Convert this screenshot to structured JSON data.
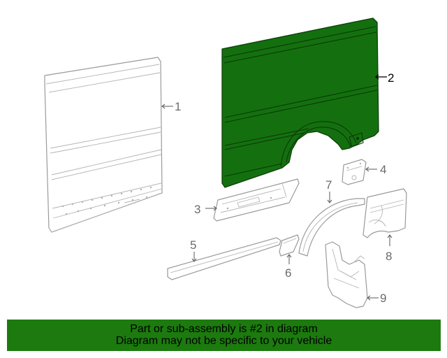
{
  "callouts": {
    "c1": "1",
    "c2": "2",
    "c3": "3",
    "c4": "4",
    "c5": "5",
    "c6": "6",
    "c7": "7",
    "c8": "8",
    "c9": "9"
  },
  "highlighted_part": "2",
  "banner": {
    "line1": "Part or sub-assembly is #2 in diagram",
    "line2": "Diagram may not be specific to your vehicle"
  },
  "colors": {
    "highlight": "#14700f",
    "banner": "#1c7a0e",
    "outline": "#9a9a9a"
  }
}
